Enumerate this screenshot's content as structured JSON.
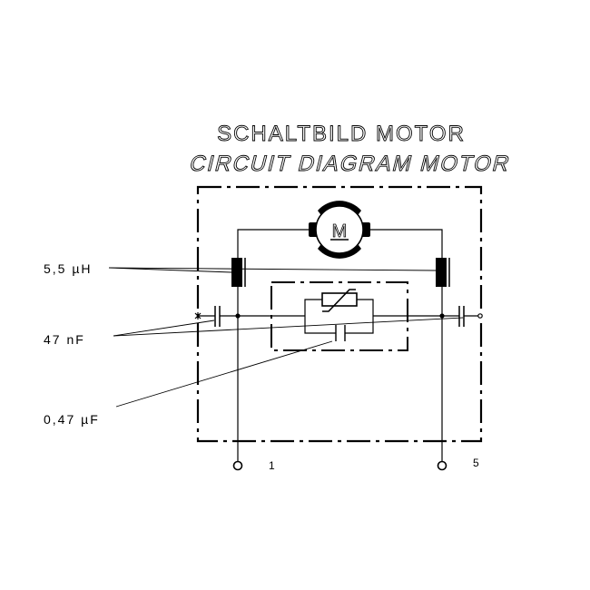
{
  "title_de": "SCHALTBILD MOTOR",
  "title_en": "CIRCUIT DIAGRAM MOTOR",
  "motor_label": "M",
  "labels": {
    "inductor": "5,5 µH",
    "cap_small": "47 nF",
    "cap_large": "0,47 µF"
  },
  "terminals": {
    "left": "1",
    "right": "5"
  }
}
